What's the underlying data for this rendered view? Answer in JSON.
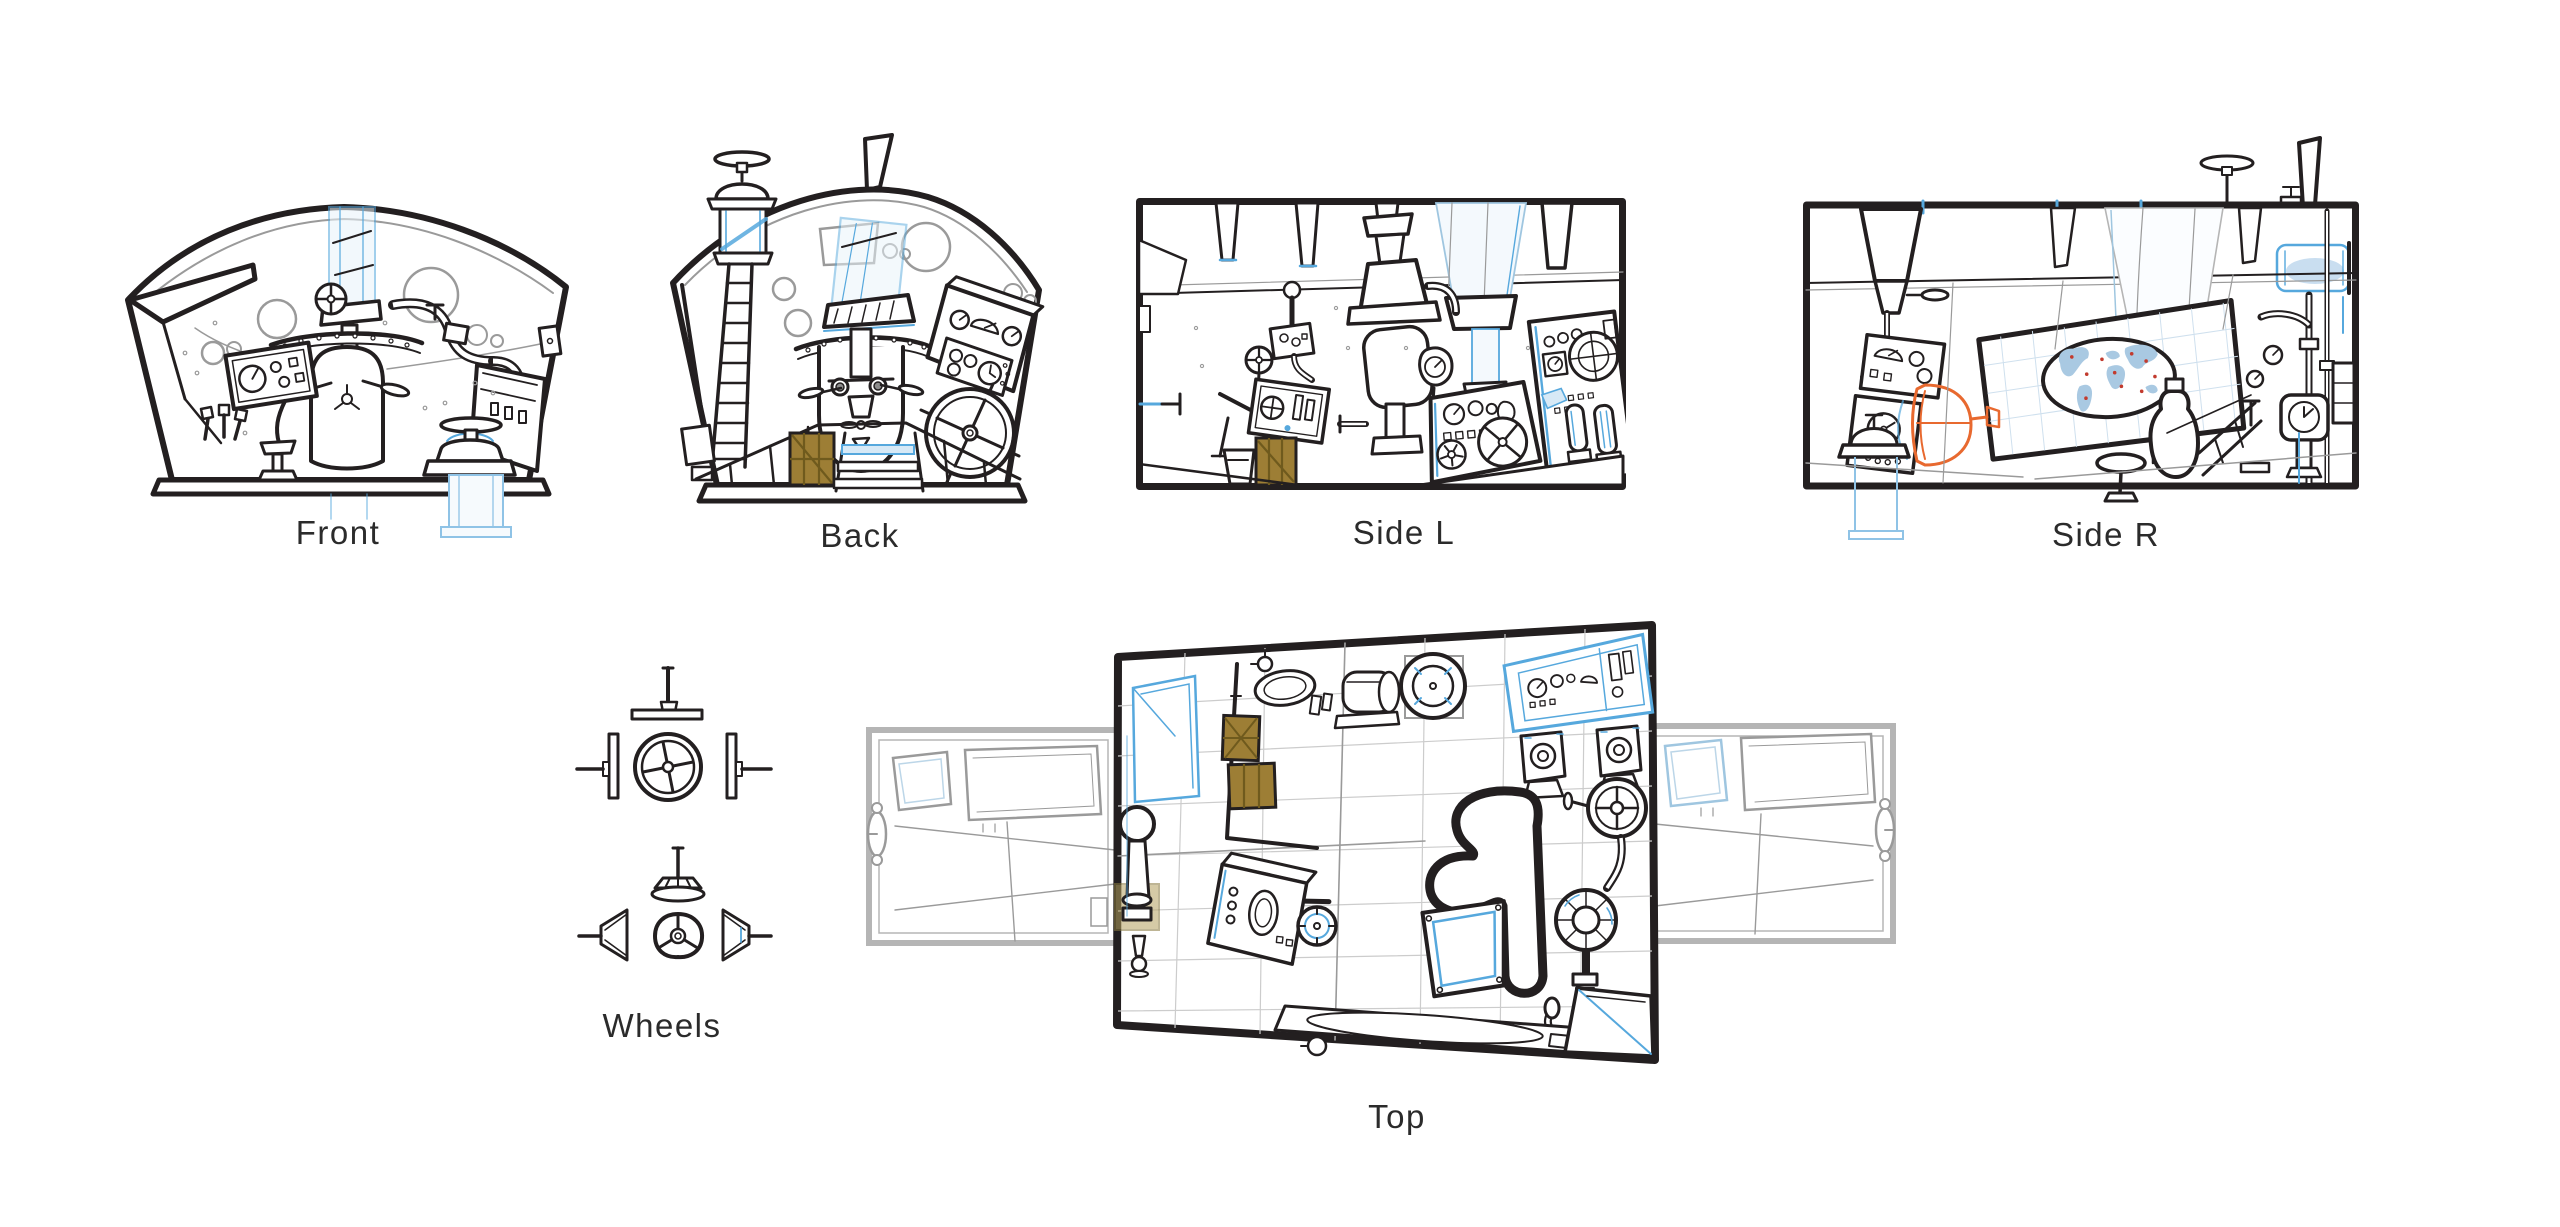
{
  "palette": {
    "background": "#ffffff",
    "ink": "#231f20",
    "construction_gray": "#9a9a9a",
    "ghost_gray": "#b5b5b5",
    "accent_blue": "#56a8dd",
    "accent_blue_pale": "#d7e9f6",
    "accent_orange": "#e8692f",
    "wood_brown": "#9d7e35",
    "wood_brown_dark": "#6f5a1d",
    "map_blue": "#a9c9e2",
    "map_marker_red": "#c23b2e"
  },
  "views": {
    "front": {
      "label": "Front"
    },
    "back": {
      "label": "Back"
    },
    "side_left": {
      "label": "Side L"
    },
    "side_right": {
      "label": "Side R"
    },
    "wheels": {
      "label": "Wheels"
    },
    "top": {
      "label": "Top"
    }
  }
}
